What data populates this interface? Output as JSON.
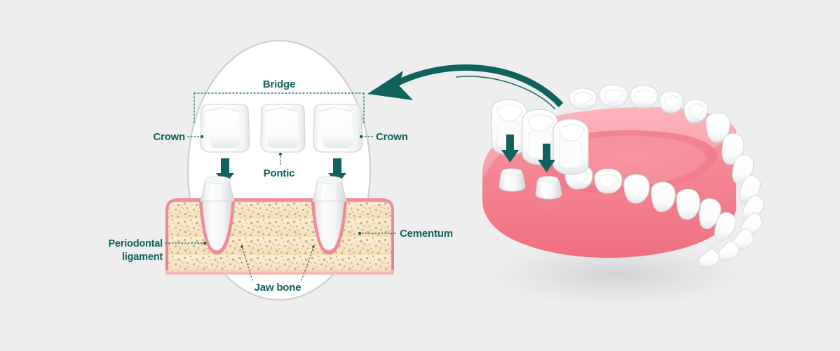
{
  "illustration": {
    "title": "Dental bridge placement diagram",
    "background_color": "#eeeeee",
    "accent_color": "#10625c",
    "gum_color": "#f2899b",
    "bone_color": "#f7e3c0",
    "bone_speckle_color": "#c9a878",
    "tooth_color": "#ffffff",
    "circle_fill": "#ffffff",
    "circle_stroke": "#cfcfcf"
  },
  "magnifier": {
    "labels": {
      "bridge": "Bridge",
      "crown_left": "Crown",
      "crown_right": "Crown",
      "pontic": "Pontic",
      "periodontal_ligament_line1": "Periodontal",
      "periodontal_ligament_line2": "ligament",
      "cementum": "Cementum",
      "jaw_bone": "Jaw bone"
    },
    "crown_count": 3,
    "abutment_count": 2,
    "arrow_count": 2
  },
  "arch": {
    "description": "Lower dental arch with three-unit bridge",
    "bridge_units": 3,
    "prepared_abutments": 2,
    "placement_arrows": 2
  },
  "pointer_arrow": {
    "name": "curved-arrow",
    "direction": "right-to-left",
    "color": "#10625c"
  }
}
